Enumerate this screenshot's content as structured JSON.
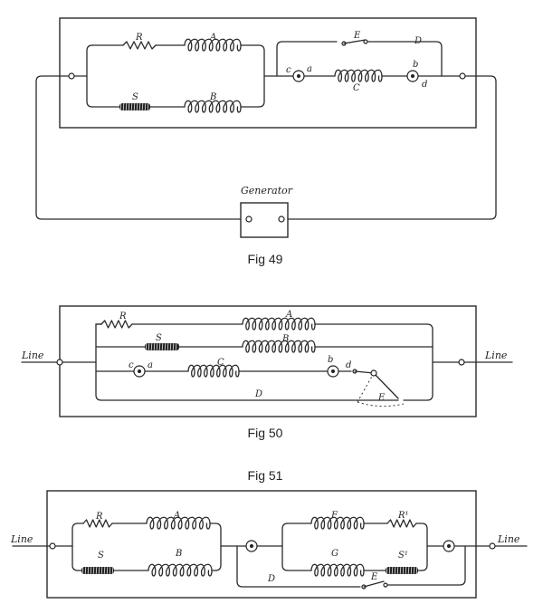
{
  "fig49": {
    "caption": "Fig 49",
    "labels": {
      "R": "R",
      "A": "A",
      "S": "S",
      "B": "B",
      "E": "E",
      "D": "D",
      "C": "C",
      "c": "c",
      "a": "a",
      "b": "b",
      "d": "d"
    },
    "generator": "Generator"
  },
  "fig50": {
    "caption": "Fig 50",
    "line_left": "Line",
    "line_right": "Line",
    "labels": {
      "R": "R",
      "A": "A",
      "S": "S",
      "B": "B",
      "C": "C",
      "D": "D",
      "E": "E",
      "c": "c",
      "a": "a",
      "b": "b",
      "d": "d"
    }
  },
  "fig51": {
    "caption": "Fig 51",
    "line_left": "Line",
    "line_right": "Line",
    "labels": {
      "R": "R",
      "A": "A",
      "S": "S",
      "B": "B",
      "F": "F",
      "R1": "R¹",
      "G": "G",
      "S1": "S¹",
      "D": "D",
      "E": "E"
    }
  }
}
